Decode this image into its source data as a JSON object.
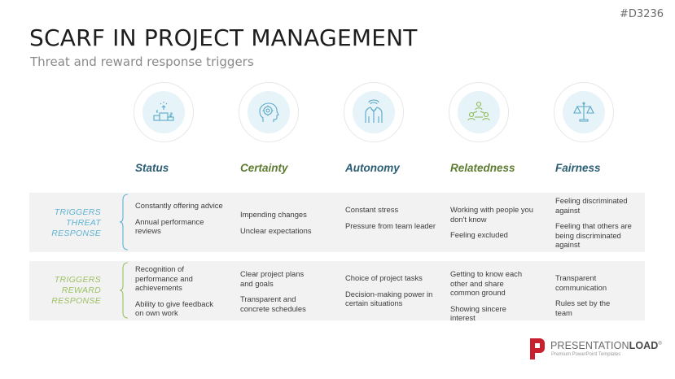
{
  "code": "#D3236",
  "title": "SCARF IN PROJECT MANAGEMENT",
  "subtitle": "Threat and reward response triggers",
  "columns": [
    {
      "heading": "Status",
      "icon": "podium-icon"
    },
    {
      "heading": "Certainty",
      "icon": "brain-head-icon"
    },
    {
      "heading": "Autonomy",
      "icon": "person-suit-icon"
    },
    {
      "heading": "Relatedness",
      "icon": "network-people-icon"
    },
    {
      "heading": "Fairness",
      "icon": "scales-icon"
    }
  ],
  "rows": {
    "threat": {
      "label_1": "TRIGGERS",
      "label_2": "THREAT",
      "label_3": "RESPONSE",
      "cells": [
        [
          "Constantly offering advice",
          "Annual performance reviews"
        ],
        [
          "Impending changes",
          "Unclear expectations"
        ],
        [
          "Constant stress",
          "Pressure from team leader"
        ],
        [
          "Working with people you don't know",
          "Feeling excluded"
        ],
        [
          "Feeling discriminated against",
          "Feeling that others are being discriminated against"
        ]
      ]
    },
    "reward": {
      "label_1": "TRIGGERS",
      "label_2": "REWARD",
      "label_3": "RESPONSE",
      "cells": [
        [
          "Recognition of performance and achievements",
          "Ability to give feedback on own work"
        ],
        [
          "Clear project plans and goals",
          "Transparent and concrete schedules"
        ],
        [
          "Choice of project tasks",
          "Decision-making power in certain situations"
        ],
        [
          "Getting to know each other and share common ground",
          "Showing sincere interest"
        ],
        [
          "Transparent communication",
          "Rules set by the team"
        ]
      ]
    }
  },
  "logo": {
    "brand_light": "PRESENTATION",
    "brand_bold": "LOAD",
    "registered": "®",
    "tagline": "Premium PowerPoint Templates"
  },
  "colors": {
    "threat_label": "#5fb3d3",
    "reward_label": "#9dc164",
    "heading_blue": "#2a5d73",
    "heading_green": "#5d7b2f",
    "icon_bg": "#e6f3f8",
    "logo_red": "#c8202f"
  }
}
